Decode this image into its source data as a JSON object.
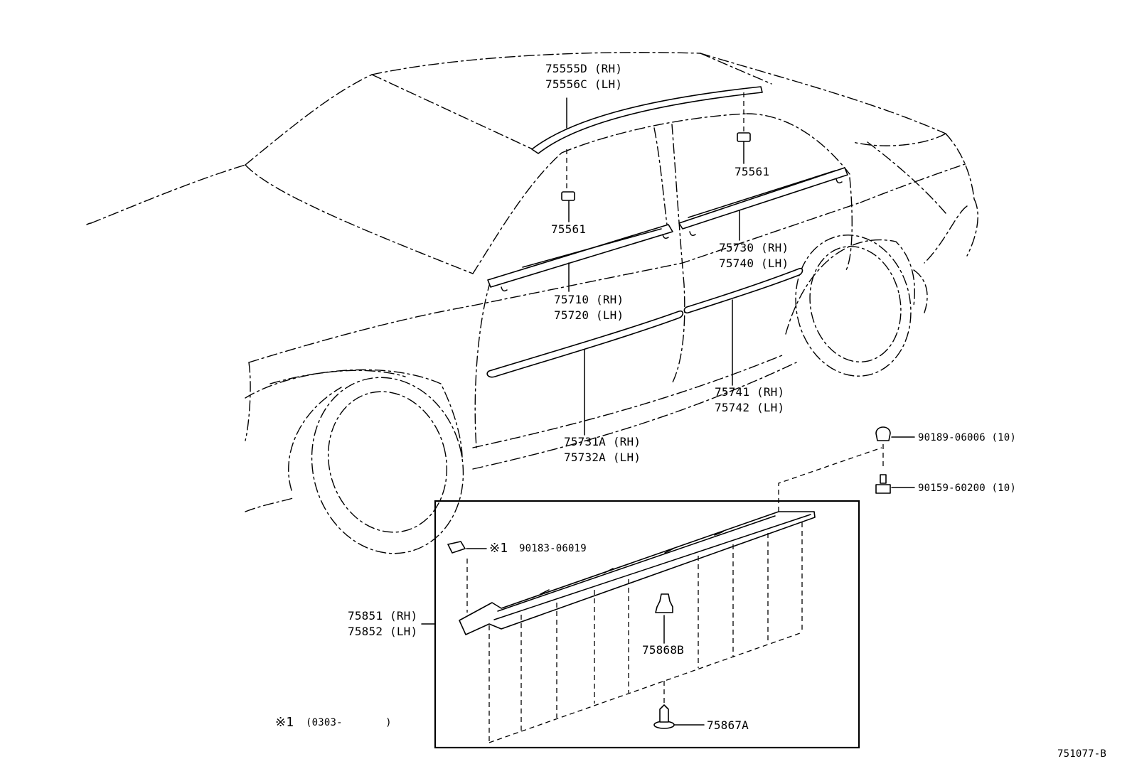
{
  "diagram_code": "751077-B",
  "parts": {
    "roof_molding": {
      "rh": "75555D (RH)",
      "lh": "75556C (LH)"
    },
    "clip_front": "75561",
    "clip_rear": "75561",
    "front_belt_molding": {
      "rh": "75710 (RH)",
      "lh": "75720 (LH)"
    },
    "rear_belt_molding": {
      "rh": "75730 (RH)",
      "lh": "75740 (LH)"
    },
    "rear_side_molding": {
      "rh": "75741 (RH)",
      "lh": "75742 (LH)"
    },
    "front_side_molding": {
      "rh": "75731A (RH)",
      "lh": "75732A (LH)"
    },
    "clip_top": "90189-06006 (10)",
    "screw": "90159-60200 (10)",
    "nut_mark": "※1",
    "nut": "90183-06019",
    "rocker_panel": {
      "rh": "75851 (RH)",
      "lh": "75852 (LH)"
    },
    "rocker_clip_b": "75868B",
    "rocker_clip_a": "75867A"
  },
  "footnote": {
    "mark": "※1",
    "text": "(0303-       )"
  }
}
